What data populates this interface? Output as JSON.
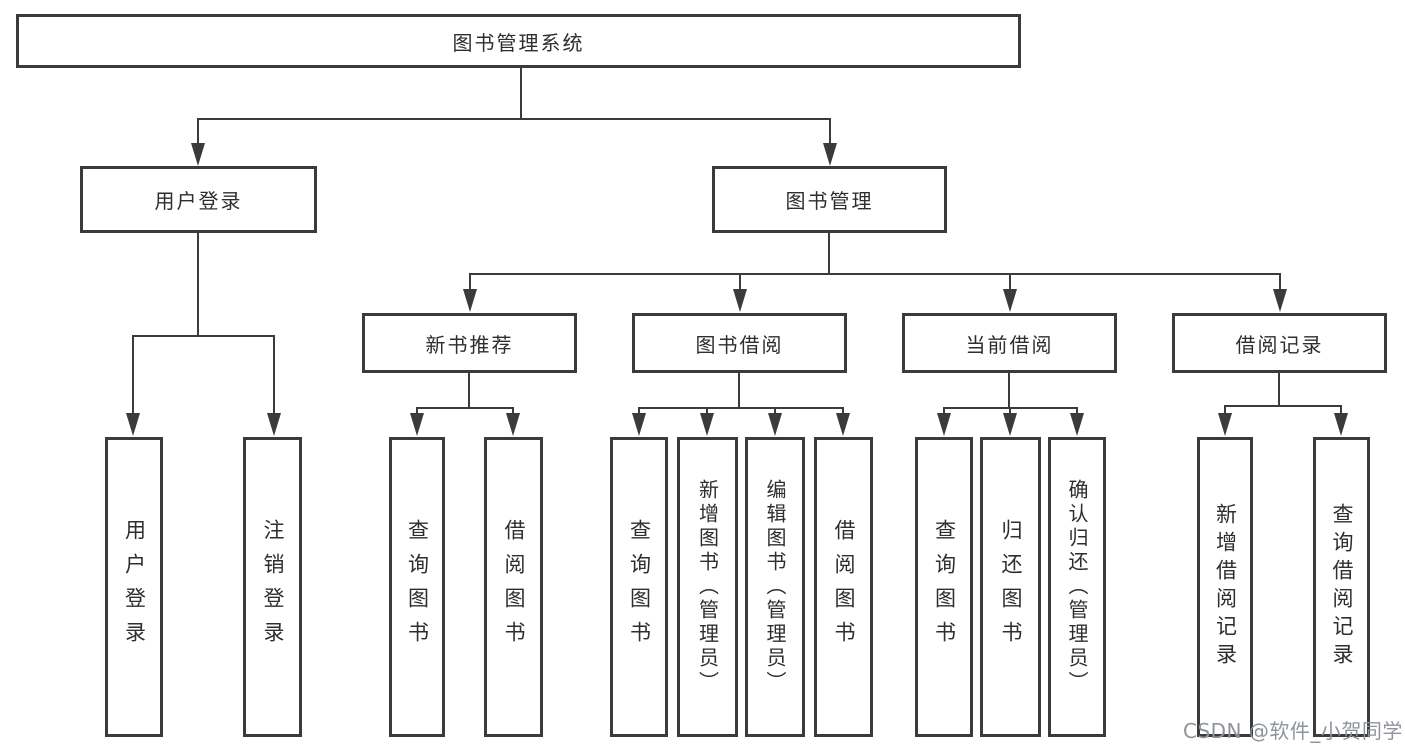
{
  "diagram": {
    "root": {
      "label": "图书管理系统"
    },
    "level2": [
      {
        "label": "用户登录"
      },
      {
        "label": "图书管理"
      }
    ],
    "level3": [
      {
        "label": "新书推荐"
      },
      {
        "label": "图书借阅"
      },
      {
        "label": "当前借阅"
      },
      {
        "label": "借阅记录"
      }
    ],
    "level4": {
      "user_login": [
        {
          "label": "用户登录"
        },
        {
          "label": "注销登录"
        }
      ],
      "new_books": [
        {
          "label": "查询图书"
        },
        {
          "label": "借阅图书"
        }
      ],
      "book_borrow": [
        {
          "label": "查询图书"
        },
        {
          "label": "新增图书（管理员）"
        },
        {
          "label": "编辑图书（管理员）"
        },
        {
          "label": "借阅图书"
        }
      ],
      "current_borrow": [
        {
          "label": "查询图书"
        },
        {
          "label": "归还图书"
        },
        {
          "label": "确认归还（管理员）"
        }
      ],
      "borrow_records": [
        {
          "label": "新增借阅记录"
        },
        {
          "label": "查询借阅记录"
        }
      ]
    }
  },
  "watermark": {
    "text": "CSDN @软件_小贺同学"
  },
  "colors": {
    "line": "#3b3b3b",
    "text": "#2e2e2e",
    "background": "#ffffff",
    "watermark": "#8e939c"
  }
}
